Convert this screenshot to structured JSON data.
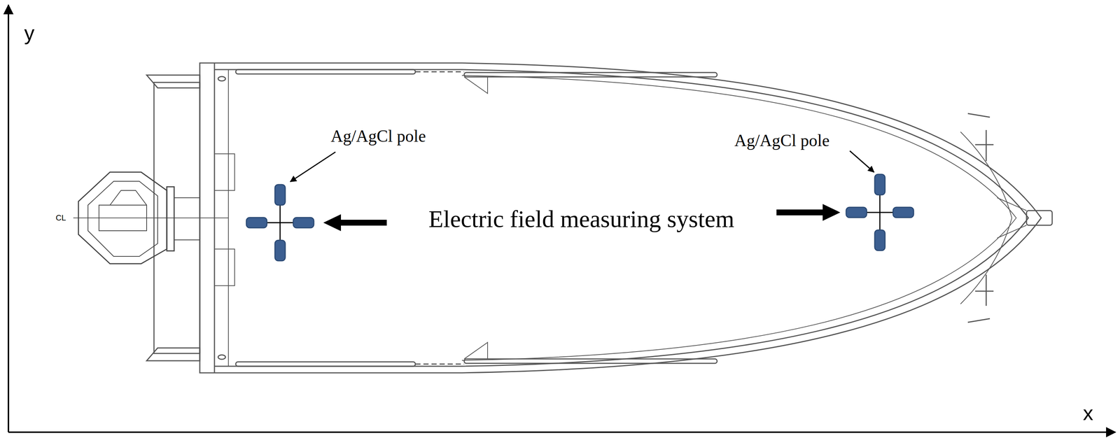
{
  "diagram": {
    "labels": [
      "y",
      "x",
      "CL",
      "Ag/AgCl pole",
      "Ag/AgCl pole",
      "Electric field measuring system"
    ]
  }
}
